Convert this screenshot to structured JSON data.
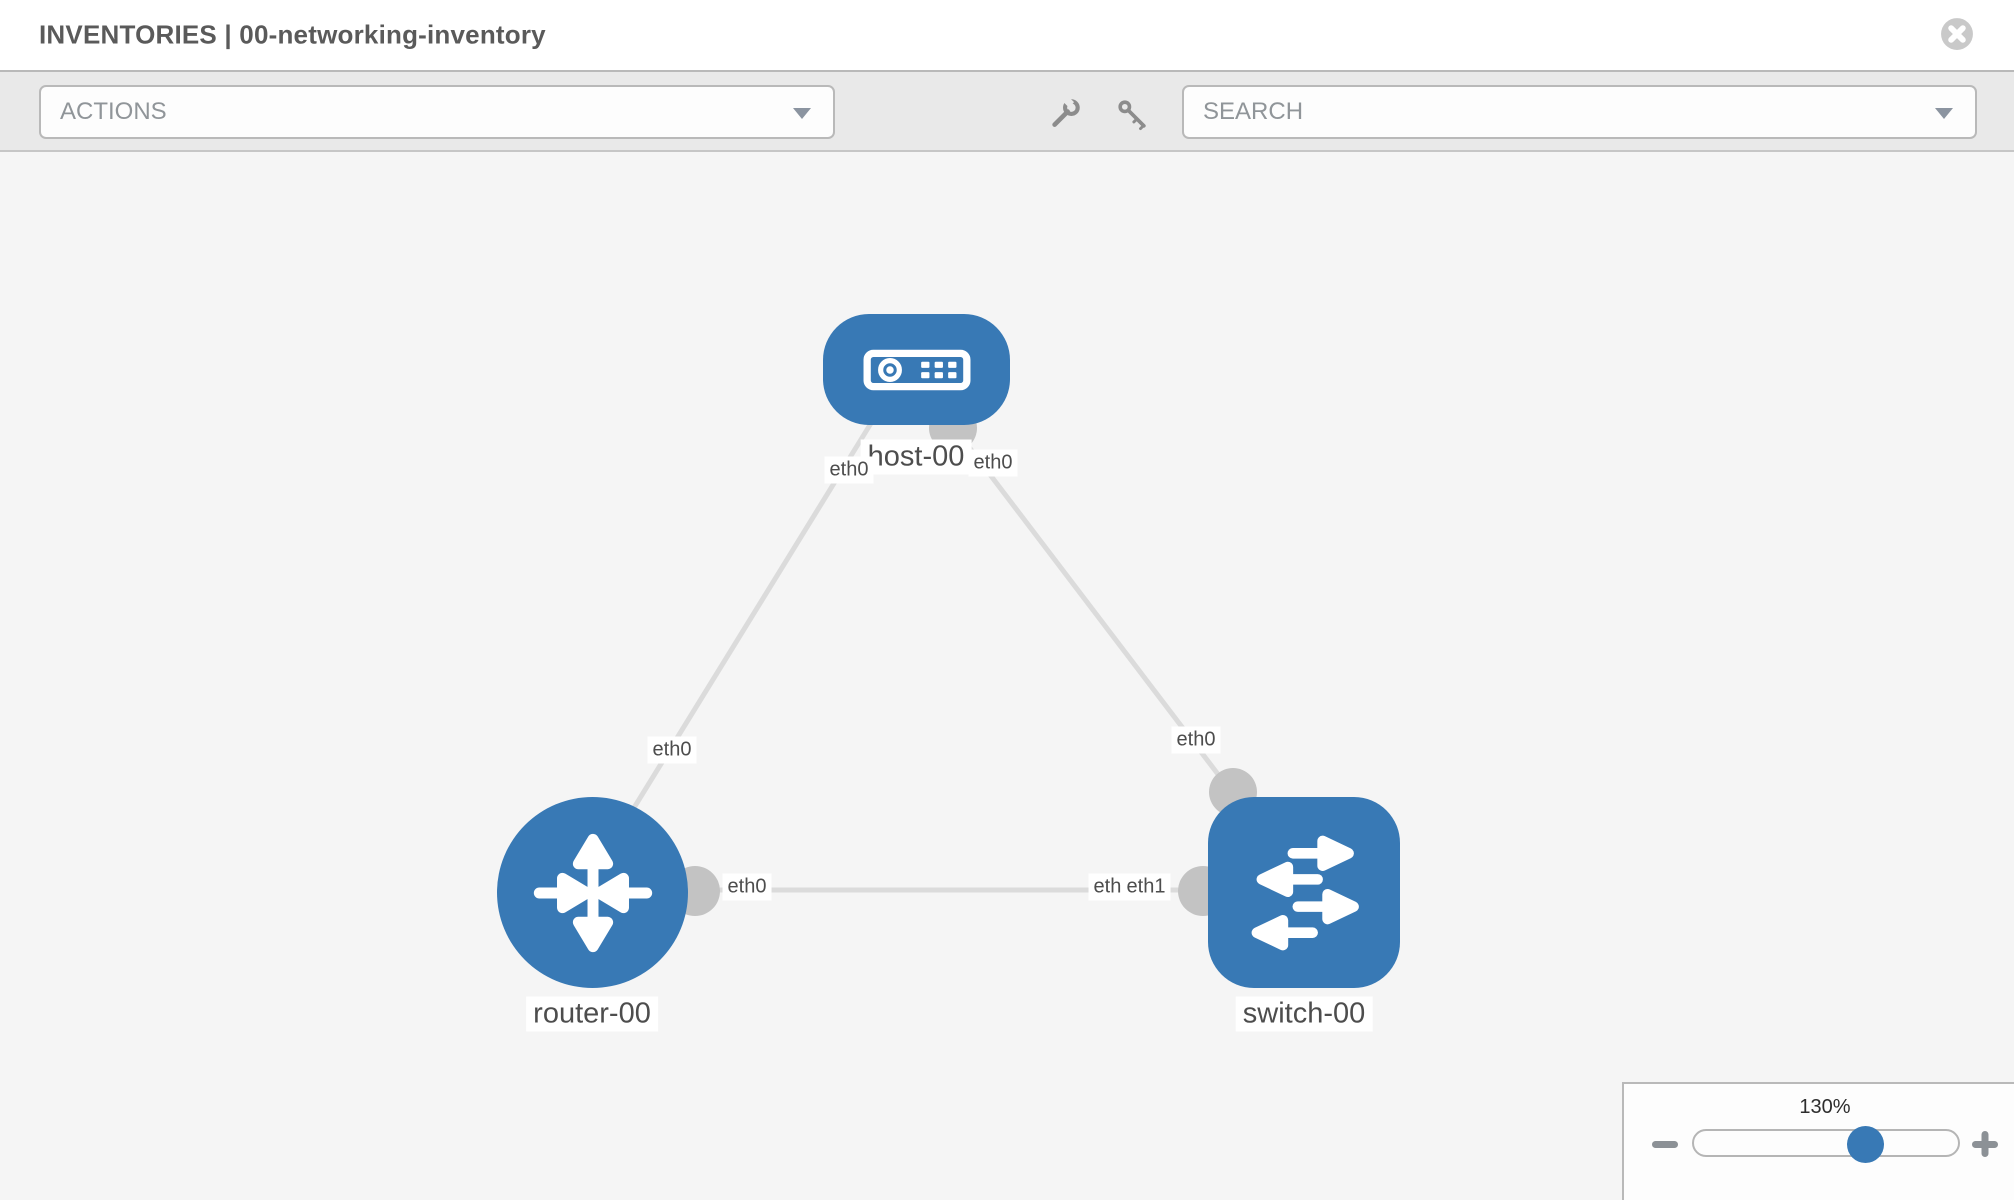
{
  "window": {
    "title": "INVENTORIES | 00-networking-inventory"
  },
  "toolbar": {
    "actions_label": "ACTIONS",
    "search_label": "SEARCH"
  },
  "icons": {
    "close": "circle-x",
    "wrench": "wrench",
    "key": "key",
    "dropdown_caret": "chevron-down",
    "zoom_out": "minus",
    "zoom_in": "plus"
  },
  "diagram": {
    "nodes": [
      {
        "label": "host-00",
        "type": "host"
      },
      {
        "label": "router-00",
        "type": "router"
      },
      {
        "label": "switch-00",
        "type": "switch"
      }
    ],
    "links": [
      {
        "from": "host-00",
        "from_interface": "eth0",
        "to": "router-00",
        "to_interface": "eth0"
      },
      {
        "from": "host-00",
        "from_interface": "eth0",
        "to": "switch-00",
        "to_interface": "eth0"
      },
      {
        "from": "router-00",
        "from_interface": "eth0",
        "to": "switch-00",
        "to_interface": "eth1"
      }
    ],
    "iface_labels": {
      "host_left": "eth0",
      "host_right": "eth0",
      "router_link_host": "eth0",
      "switch_link_host": "eth0",
      "router_link_switch": "eth0",
      "switch_link_router_back": "eth0",
      "switch_link_router_front": "eth1"
    }
  },
  "zoom": {
    "level": "130%"
  },
  "colors": {
    "node_blue": "#3879b5",
    "link_gray": "#dbdbdb",
    "port_gray": "#c3c3c3",
    "toolbar_bg": "#e9e9e9",
    "canvas_bg": "#f5f5f5"
  }
}
